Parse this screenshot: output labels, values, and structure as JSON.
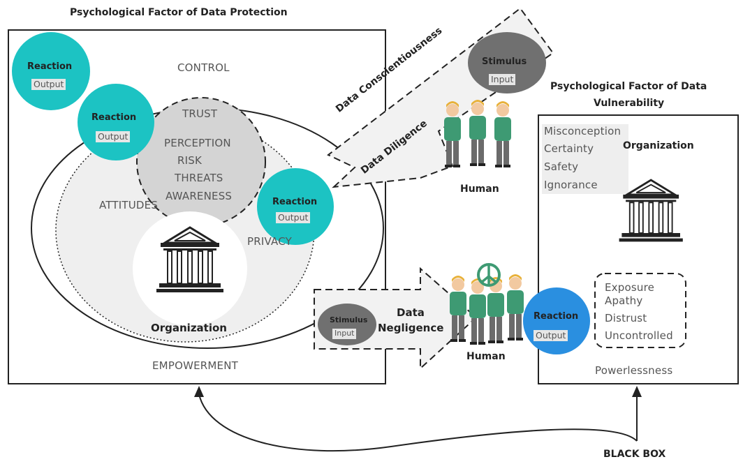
{
  "left_panel": {
    "title": "Psychological Factor of Data Protection",
    "control": "CONTROL",
    "trust": "TRUST",
    "perception": "PERCEPTION",
    "risk": "RISK",
    "threats": "THREATS",
    "awareness": "AWARENESS",
    "attitudes": "ATTITUDES",
    "privacy": "PRIVACY",
    "empowerment": "EMPOWERMENT",
    "organization": "Organization",
    "reactions": [
      {
        "label": "Reaction",
        "sub": "Output"
      },
      {
        "label": "Reaction",
        "sub": "Output"
      },
      {
        "label": "Reaction",
        "sub": "Output"
      }
    ]
  },
  "right_panel": {
    "title_line1": "Psychological Factor of Data",
    "title_line2": "Vulnerability",
    "factors": [
      "Misconception",
      "Certainty",
      "Safety",
      "Ignorance"
    ],
    "organization": "Organization",
    "risks": [
      "Exposure",
      "Apathy",
      "Distrust",
      "Uncontrolled"
    ],
    "powerlessness": "Powerlessness"
  },
  "upper_arrow": {
    "line1": "Data Conscientiousness",
    "line2": "Data Diligence",
    "stimulus": "Stimulus",
    "input": "Input",
    "human": "Human"
  },
  "lower_arrow": {
    "stimulus": "Stimulus",
    "input": "Input",
    "line1": "Data",
    "line2": "Negligence",
    "human": "Human",
    "reaction": "Reaction",
    "output": "Output"
  },
  "black_box": "BLACK BOX",
  "colors": {
    "teal": "#1cc3c3",
    "blue": "#2a8fe0",
    "stimulus_grey": "#707070",
    "human_green": "#3e9a73",
    "human_yellow": "#e8b13a",
    "light_grey": "#efefef",
    "mid_grey": "#d4d4d4"
  }
}
